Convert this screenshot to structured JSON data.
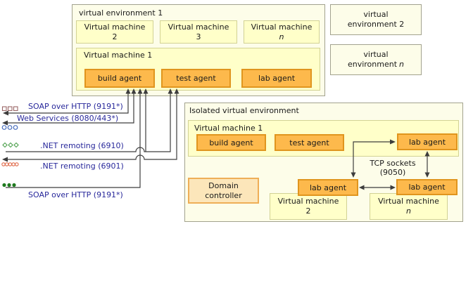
{
  "colors": {
    "env_fill": "#fdfde9",
    "env_border": "#a2a28e",
    "vm_fill": "#ffffc9",
    "vm_border": "#d2d294",
    "agent_fill": "#fdb94c",
    "agent_border": "#e0951e",
    "dc_fill": "#fce6ba",
    "dc_border": "#efae57",
    "protocol_text": "#28289b",
    "connector": "#3d3d3d",
    "icon_square_brown": "#996666",
    "icon_circle_blue": "#4a6fbe",
    "icon_diamond_green": "#4fa14f",
    "icon_circle_red": "#e06a4a",
    "icon_dot_green": "#1f7a1f"
  },
  "environment1": {
    "title": "virtual environment 1",
    "vm2": {
      "line1": "Virtual machine",
      "line2": "2"
    },
    "vm3": {
      "line1": "Virtual machine",
      "line2": "3"
    },
    "vmn": {
      "line1": "Virtual machine",
      "line2": "n"
    },
    "vm1": {
      "title": "Virtual machine 1",
      "build_agent": "build agent",
      "test_agent": "test agent",
      "lab_agent": "lab agent"
    }
  },
  "environment2": {
    "line1": "virtual",
    "line2": "environment 2"
  },
  "environment_n": {
    "line1": "virtual",
    "line2_prefix": "environment",
    "line2_suffix": "n"
  },
  "isolated_environment": {
    "title": "Isolated virtual environment",
    "vm1": {
      "title": "Virtual machine 1",
      "build_agent": "build agent",
      "test_agent": "test agent",
      "lab_agent": "lab agent"
    },
    "domain_controller": {
      "line1": "Domain",
      "line2": "controller"
    },
    "vm2": {
      "line1": "Virtual machine",
      "line2": "2",
      "lab_agent": "lab agent"
    },
    "vmn": {
      "line1": "Virtual machine",
      "line2": "n",
      "lab_agent": "lab agent"
    },
    "tcp_sockets": {
      "line1": "TCP sockets",
      "line2": "(9050)"
    }
  },
  "protocol_labels": {
    "soap_http_top": "SOAP over HTTP (9191*)",
    "web_services": "Web Services (8080/443*)",
    "net_remoting_6910": ".NET remoting (6910)",
    "net_remoting_6901": ".NET remoting (6901)",
    "soap_http_bottom": "SOAP over HTTP (9191*)"
  }
}
